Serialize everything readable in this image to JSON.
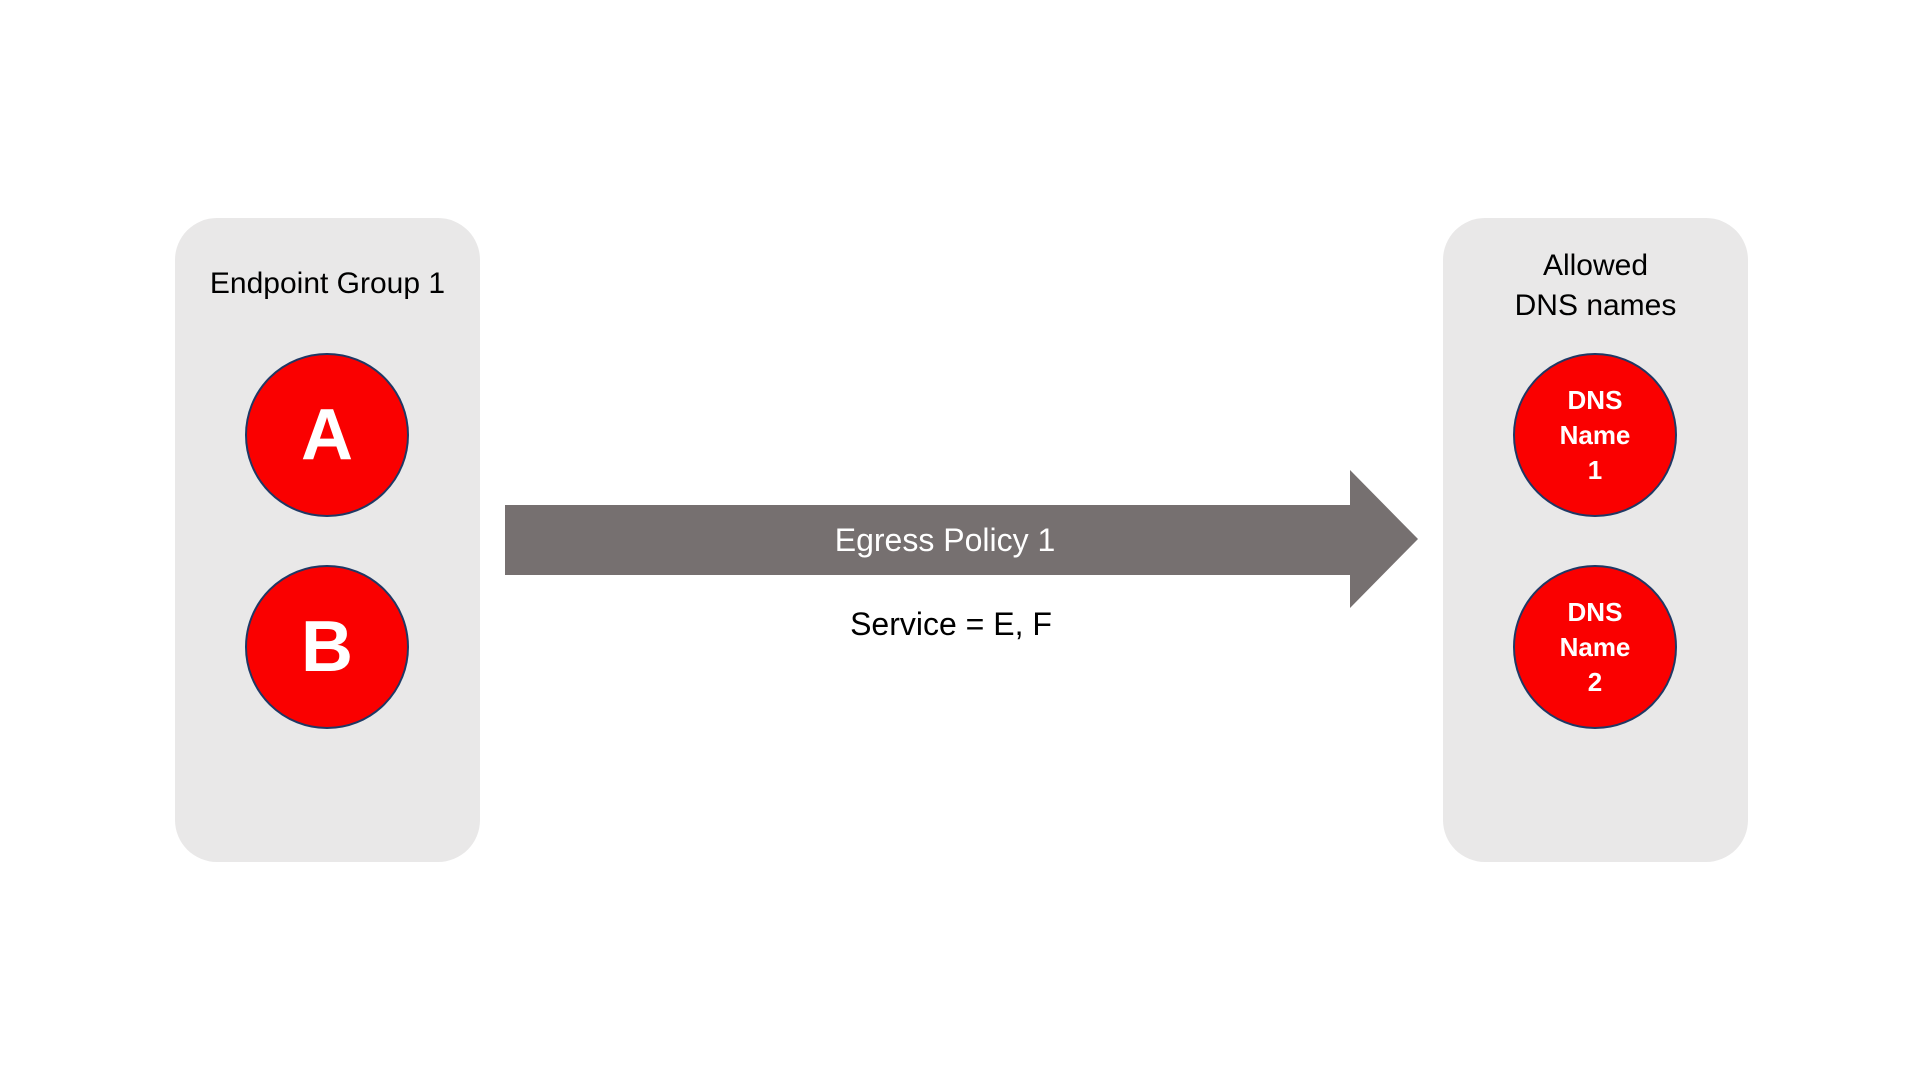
{
  "diagram": {
    "background": "#ffffff",
    "left_group": {
      "title": "Endpoint Group 1",
      "nodes": [
        {
          "label": "A"
        },
        {
          "label": "B"
        }
      ]
    },
    "arrow": {
      "label": "Egress Policy 1",
      "caption": "Service = E, F"
    },
    "right_group": {
      "title_lines": [
        "Allowed",
        "DNS names"
      ],
      "nodes": [
        {
          "lines": [
            "DNS",
            "Name",
            "1"
          ]
        },
        {
          "lines": [
            "DNS",
            "Name",
            "2"
          ]
        }
      ]
    },
    "colors": {
      "group_background": "#e9e8e8",
      "node_fill": "#fa0000",
      "node_border": "#1f3864",
      "arrow_fill": "#767070",
      "arrow_text": "#ffffff",
      "title_text": "#000000"
    }
  }
}
